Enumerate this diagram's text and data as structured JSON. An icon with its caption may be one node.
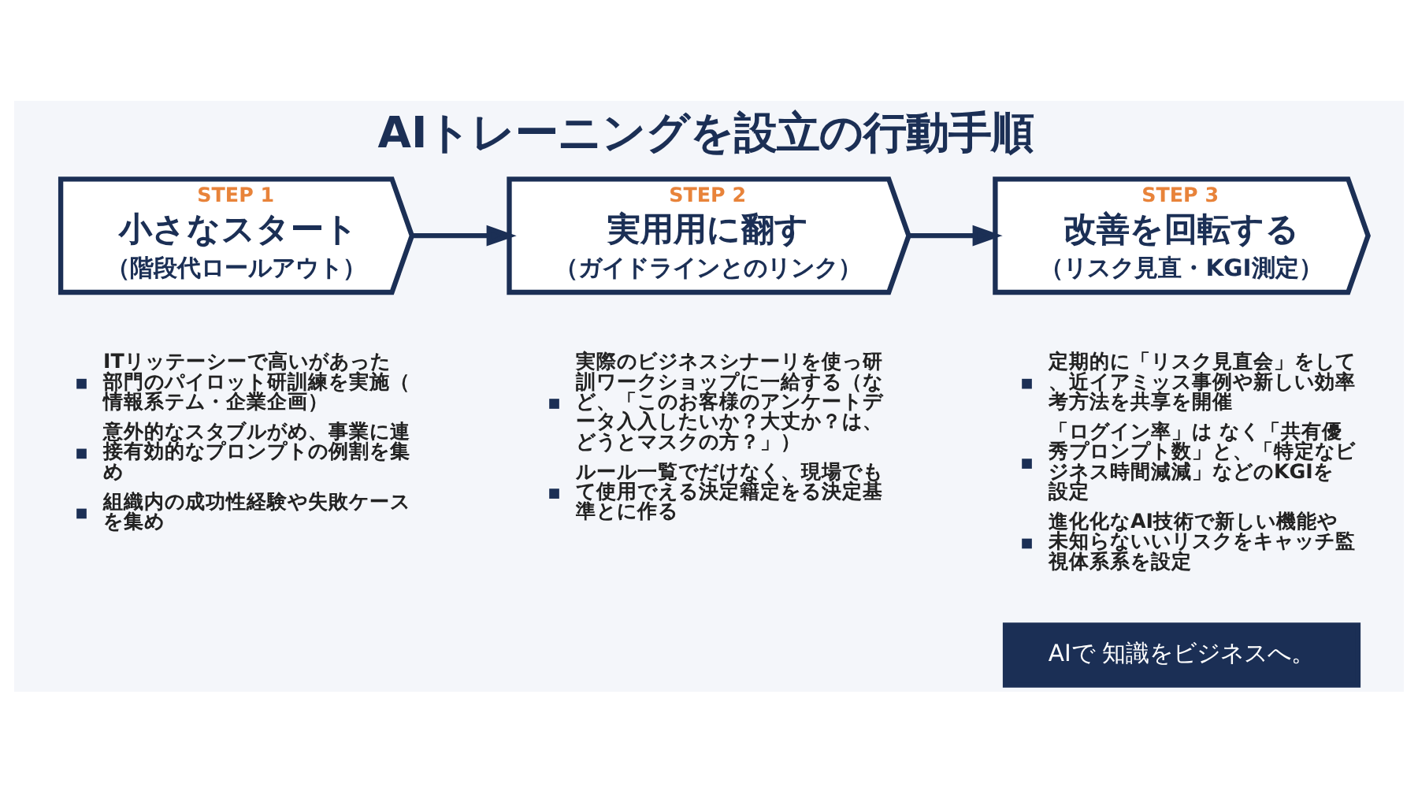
{
  "diagram": {
    "title": "AIトレーニングを設立の行動手順",
    "nodes": [
      {
        "text": [
          "STEP 1",
          "小さなスタート",
          "（階段代ロールアウト）"
        ],
        "beside": [
          "ITリッテーシーで高いがあった部門のパイロット研訓練を実施（情報系テム・企業企画）",
          "意外的なスタブルがめ、事業に連接有効的なプロンプトの例割を集め",
          "組織内の成功性経験や失敗ケースを集め"
        ]
      },
      {
        "text": [
          "STEP 2",
          "実用用に翻す",
          "（ガイドラインとのリンク）"
        ],
        "beside": [
          "実際のビジネスシナーリを使っ研訓ワークショップに一給する（など、「このお客様のアンケートデータ入入したいか？大丈か？は、どうとマスクの方？」）",
          "ルール一覧でだけなく、現場でもて使用でえる決定籍定をる決定基準とに作る"
        ]
      },
      {
        "text": [
          "STEP 3",
          "改善を回転する",
          "（リスク見直・KGI測定）"
        ],
        "beside": [
          "定期的に「リスク見直会」をして、近イアミッス事例や新しい効率考方法を共享を開催",
          "「ログイン率」は なく「共有優秀プロンプト数」と、「特定なビジネス時間減減」などのKGIを設定",
          "進化化なAI技術で新しい機能や未知らないいリスクをキャッチ監視体系系を設定"
        ]
      }
    ],
    "edges": [
      {
        "from": 0,
        "to": 1,
        "arrow": "to"
      },
      {
        "from": 1,
        "to": 2,
        "arrow": "to"
      }
    ],
    "labels": [
      "AIで 知識をビジネスへ。"
    ]
  }
}
